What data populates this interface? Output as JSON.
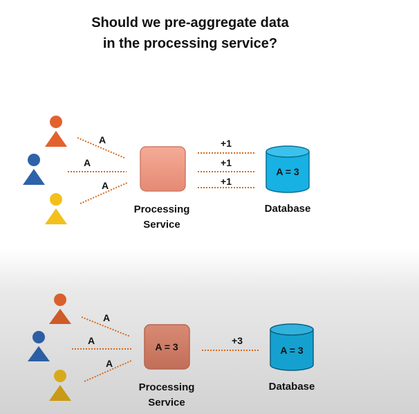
{
  "title": {
    "line1": "Should we pre-aggregate data",
    "line2": "in the processing service?"
  },
  "colors": {
    "orange_user": "#e2622e",
    "blue_user": "#2e62aa",
    "yellow_user": "#f3c01b",
    "processing_box_top": "#f4a894",
    "processing_box_bottom": "#d9806b",
    "db_blue": "#18b1e3",
    "dotted_line": "#d4691f"
  },
  "icons": [
    "user-icon",
    "database-icon"
  ],
  "top_scenario": {
    "request_labels": [
      "A",
      "A",
      "A"
    ],
    "processing": {
      "label_line1": "Processing",
      "label_line2": "Service",
      "value": ""
    },
    "writes": [
      "+1",
      "+1",
      "+1"
    ],
    "database": {
      "label": "Database",
      "value": "A = 3"
    }
  },
  "bottom_scenario": {
    "request_labels": [
      "A",
      "A",
      "A"
    ],
    "processing": {
      "label_line1": "Processing",
      "label_line2": "Service",
      "value": "A = 3"
    },
    "writes": [
      "+3"
    ],
    "database": {
      "label": "Database",
      "value": "A = 3"
    }
  }
}
